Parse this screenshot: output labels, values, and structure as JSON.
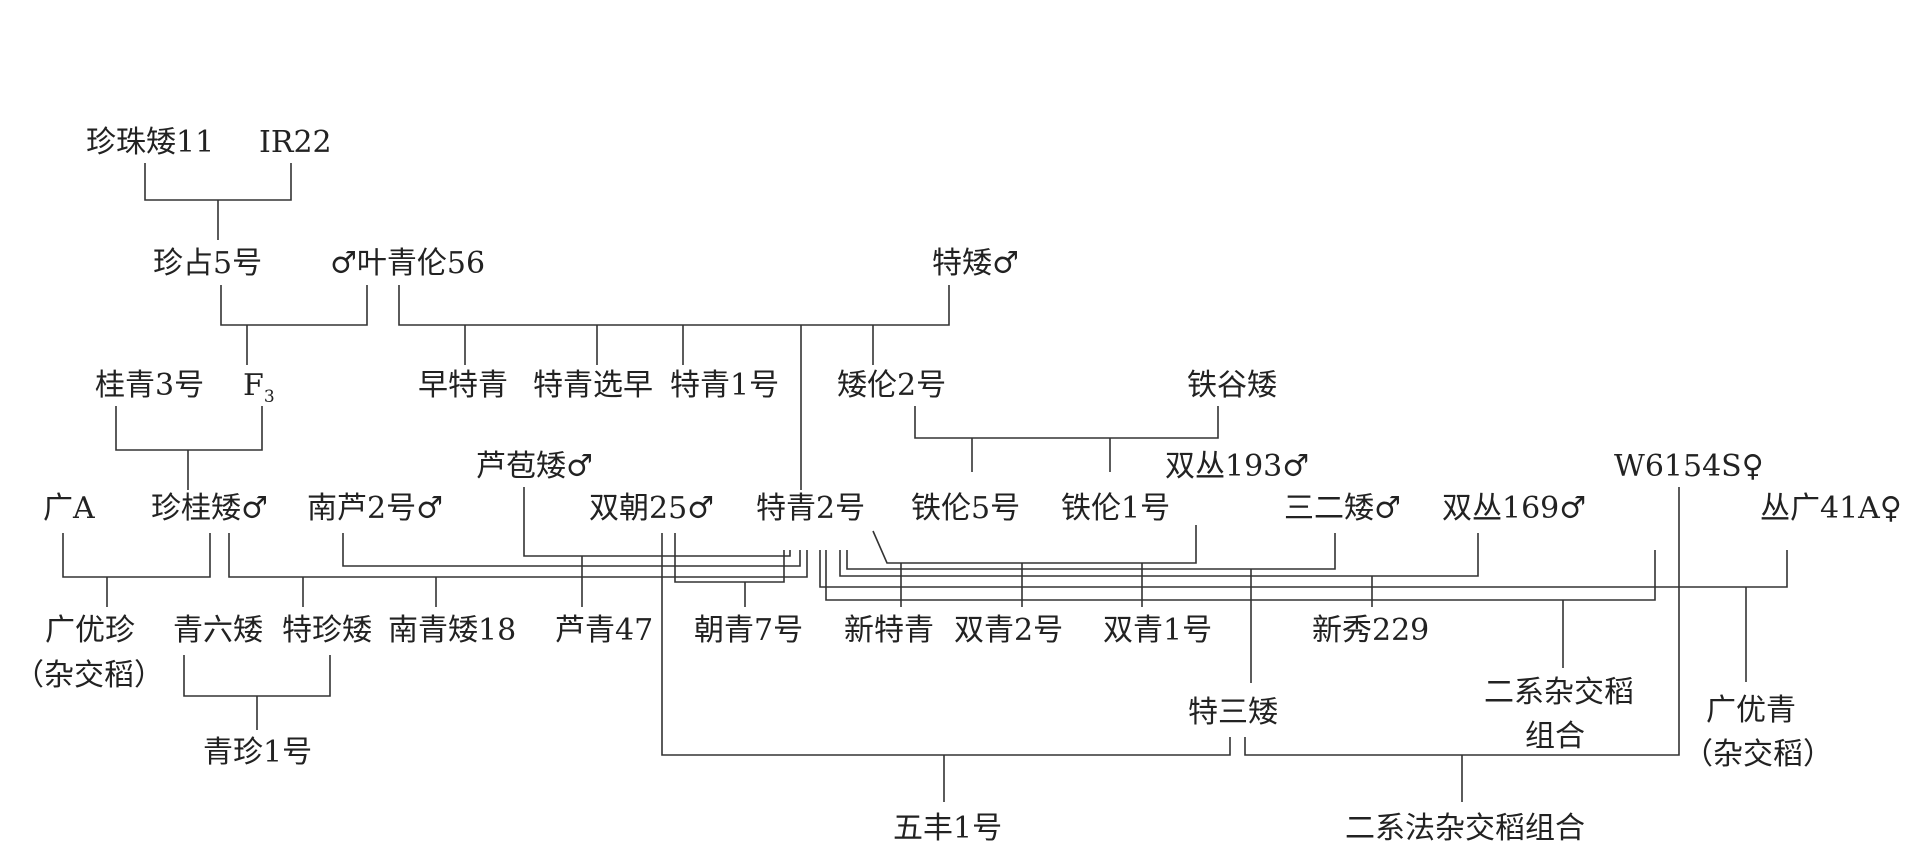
{
  "diagram": {
    "line_color": "#333333",
    "text_color": "#222222",
    "nodes": {
      "zhenzhuai11": "珍珠矮11",
      "ir22": "IR22",
      "zhenzhan5": "珍占5号",
      "yeqinglun56": "♂叶青伦56",
      "teai": "特矮♂",
      "guiqing3": "桂青3号",
      "f3_main": "F",
      "f3_sub": "3",
      "zaoteqing": "早特青",
      "teqingxuanzao": "特青选早",
      "teqing1": "特青1号",
      "ailun2": "矮伦2号",
      "tieguai": "铁谷矮",
      "lubaoai": "芦苞矮♂",
      "shuangcong193": "双丛193♂",
      "w6154s": "W6154S♀",
      "guanga": "广A",
      "zhenguiai": "珍桂矮♂",
      "nanlu2": "南芦2号♂",
      "shuangchao25": "双朝25♂",
      "teqing2": "特青2号",
      "tielun5": "铁伦5号",
      "tielun1": "铁伦1号",
      "sanerai": "三二矮♂",
      "shuangcong169": "双丛169♂",
      "congguang41a": "丛广41A♀",
      "guangyouzhen": "广优珍",
      "guangyouzhen_note": "（杂交稻）",
      "qingliuai": "青六矮",
      "tezhenai": "特珍矮",
      "nanqingai18": "南青矮18",
      "luqing47": "芦青47",
      "chaoqing7": "朝青7号",
      "xinteqing": "新特青",
      "shuangqing2": "双青2号",
      "shuangqing1": "双青1号",
      "xinxiu229": "新秀229",
      "erxi_combo_1": "二系杂交稻",
      "erxi_combo_2": "组合",
      "guangyouqing": "广优青",
      "guangyouqing_note": "（杂交稻）",
      "tesanai": "特三矮",
      "qingzhen1": "青珍1号",
      "wufeng1": "五丰1号",
      "erxifa_combo": "二系法杂交稻组合"
    }
  }
}
